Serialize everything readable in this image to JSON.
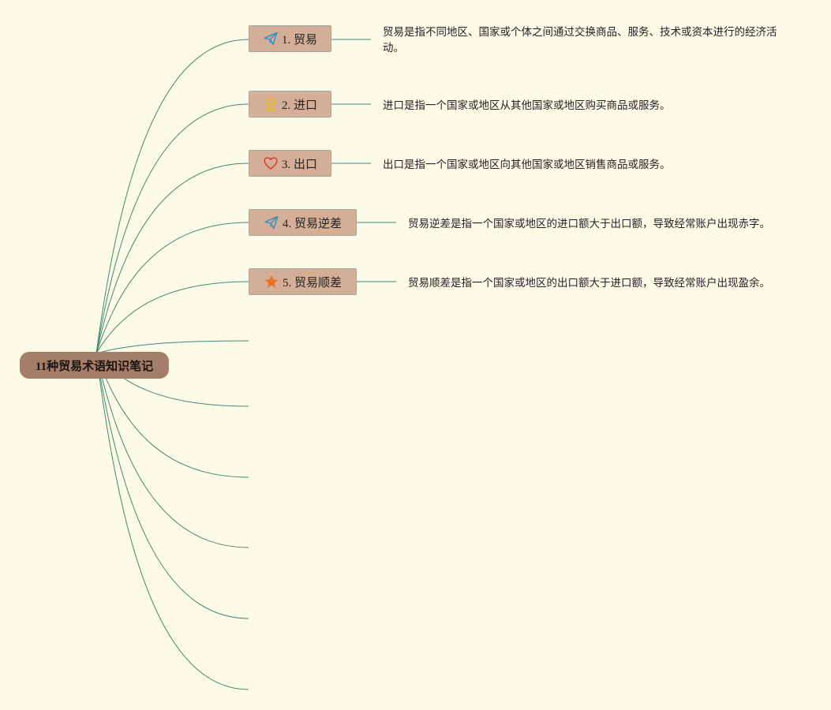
{
  "root": {
    "title": "11种贸易术语知识笔记"
  },
  "topics": [
    {
      "label": "1. 贸易",
      "icon": "paper-plane-icon",
      "description": "贸易是指不同地区、国家或个体之间通过交换商品、服务、技术或资本进行的经济活动。"
    },
    {
      "label": "2. 进口",
      "icon": "award-ribbon-icon",
      "description": "进口是指一个国家或地区从其他国家或地区购买商品或服务。"
    },
    {
      "label": "3. 出口",
      "icon": "heart-icon",
      "description": "出口是指一个国家或地区向其他国家或地区销售商品或服务。"
    },
    {
      "label": "4. 贸易逆差",
      "icon": "paper-plane-icon",
      "description": "贸易逆差是指一个国家或地区的进口额大于出口额，导致经常账户出现赤字。"
    },
    {
      "label": "5. 贸易顺差",
      "icon": "star-icon",
      "description": "贸易顺差是指一个国家或地区的出口额大于进口额，导致经常账户出现盈余。"
    }
  ],
  "empty_branch_count": 6,
  "colors": {
    "background": "#fefae8",
    "root_fill": "#a57e69",
    "topic_fill": "#d4ae96",
    "topic_border": "#99ada2",
    "link": "#3f8a72",
    "plane_icon": "#3a8fc4",
    "ribbon_icon": "#e8b830",
    "heart_icon": "#d83a2a",
    "star_icon": "#e8702a"
  }
}
